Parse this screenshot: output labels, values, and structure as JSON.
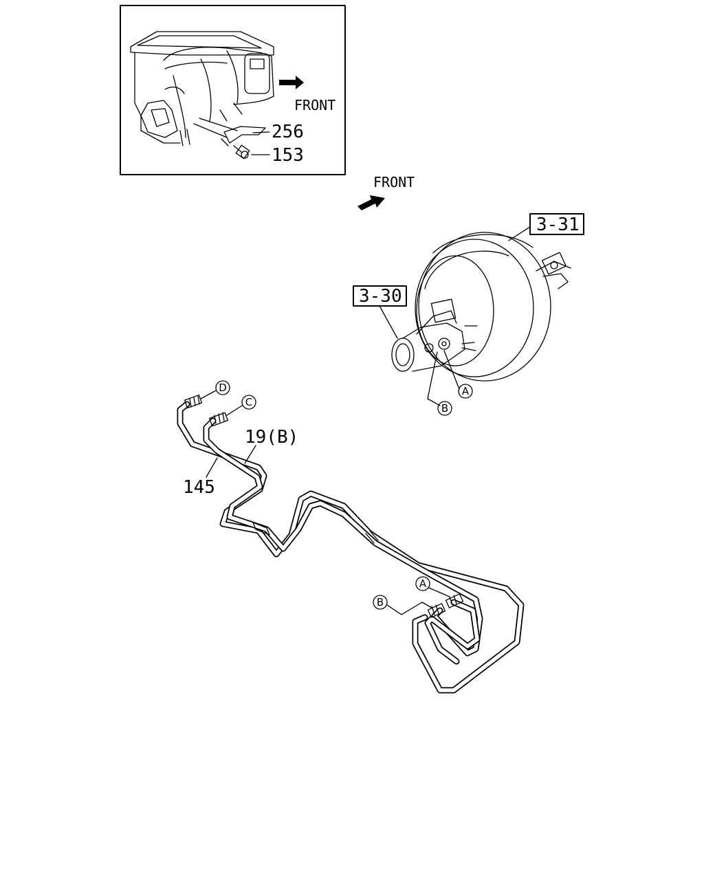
{
  "inset": {
    "front_label": "FRONT",
    "callouts": [
      {
        "number": "256"
      },
      {
        "number": "153"
      }
    ]
  },
  "main": {
    "front_label": "FRONT",
    "boxed_refs": [
      "3-31",
      "3-30"
    ],
    "part_numbers": [
      "19(B)",
      "145"
    ],
    "connectors": [
      "D",
      "C",
      "A",
      "B",
      "A",
      "B"
    ]
  },
  "colors": {
    "line": "#000000",
    "background": "#ffffff"
  }
}
